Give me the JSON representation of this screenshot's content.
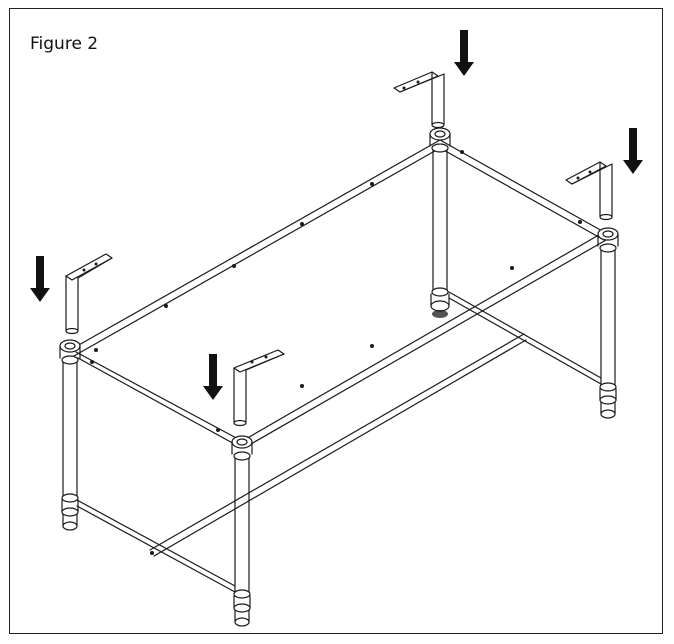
{
  "figure": {
    "label": "Figure 2"
  },
  "colors": {
    "stroke": "#1a1a1a",
    "fill": "#ffffff",
    "arrow": "#111111"
  },
  "parts": {
    "arrows": [
      "arrow-down-icon",
      "arrow-down-icon",
      "arrow-down-icon",
      "arrow-down-icon"
    ],
    "brackets": [
      "leg-bracket",
      "leg-bracket",
      "leg-bracket",
      "leg-bracket"
    ]
  }
}
